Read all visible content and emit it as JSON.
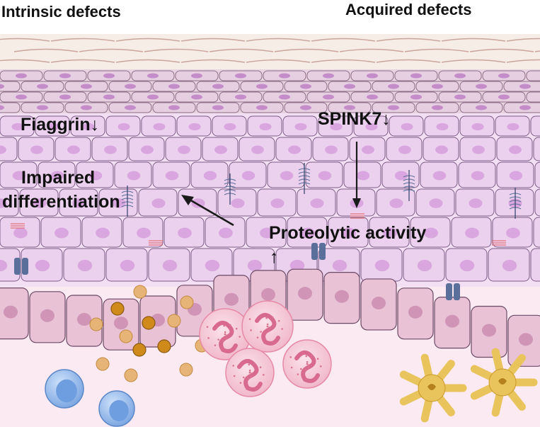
{
  "header": {
    "left": "Intrinsic defects",
    "right": "Acquired defects"
  },
  "labels": {
    "filaggrin": "Fiaggrin↓",
    "spink7": "SPINK7↓",
    "impaired_line1": "Impaired",
    "impaired_line2": "differentiation",
    "proteolytic": "Proteolytic activity",
    "up_arrow": "↑"
  },
  "colors": {
    "cell_fill": "#ecd1ef",
    "cell_stroke": "#7c5c86",
    "nucleus": "#d9a6df",
    "corneocyte": "#dcc3d8",
    "basal_fill": "#eac2d6",
    "basal_nucleus": "#cf94b6",
    "dermis": "#fbeaf1",
    "granule_orange": "#d08a1c",
    "granule_light": "#e6b476",
    "neutrophil": "#f0b7c8",
    "lymphocyte": "#8fb7ea",
    "dendritic": "#e9c35b",
    "junction_blue": "#5a6f9a",
    "junction_red": "#e05a5a",
    "arrow": "#1a1a1a"
  },
  "icons": [
    "epithelial-cell-icon",
    "neutrophil-icon",
    "lymphocyte-icon",
    "dendritic-cell-icon",
    "granule-icon",
    "junction-icon"
  ]
}
